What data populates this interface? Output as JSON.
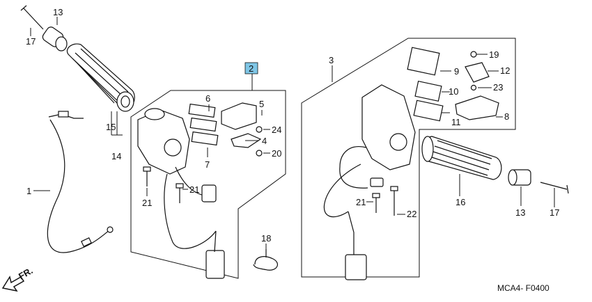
{
  "diagram": {
    "code": "MCA4- F0400",
    "direction_label": "FR.",
    "highlight_color": "#7fc6e6",
    "callouts": {
      "c1": "1",
      "c2": "2",
      "c3": "3",
      "c4": "4",
      "c5": "5",
      "c6": "6",
      "c7": "7",
      "c8": "8",
      "c9": "9",
      "c10": "10",
      "c11": "11",
      "c12": "12",
      "c13a": "13",
      "c13b": "13",
      "c14": "14",
      "c15": "15",
      "c16": "16",
      "c17a": "17",
      "c17b": "17",
      "c18": "18",
      "c19": "19",
      "c20": "20",
      "c21a": "21",
      "c21b": "21",
      "c21c": "21",
      "c22": "22",
      "c23": "23",
      "c24": "24"
    }
  }
}
